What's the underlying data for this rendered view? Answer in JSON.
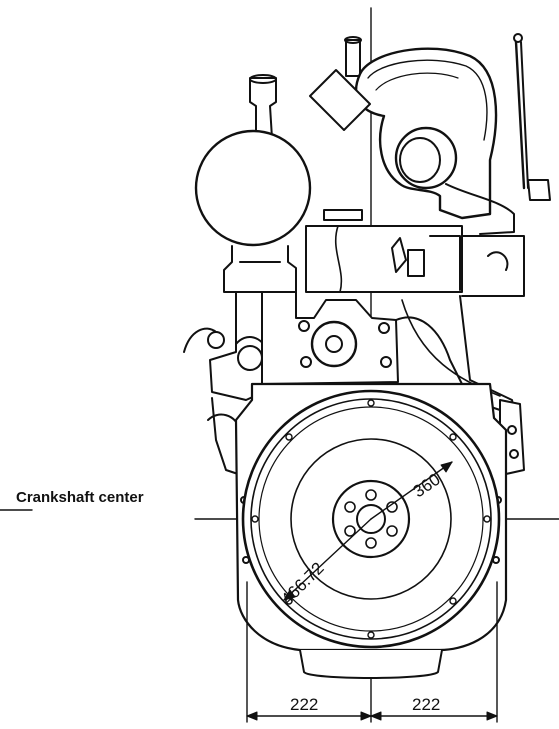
{
  "diagram": {
    "crankshaft_label": "Crankshaft center",
    "dimensions": {
      "flywheel_radius": "360",
      "flywheel_diameter": "466.72",
      "left_half_width": "222",
      "right_half_width": "222"
    }
  },
  "colors": {
    "ink": "#111111",
    "background": "#ffffff"
  }
}
